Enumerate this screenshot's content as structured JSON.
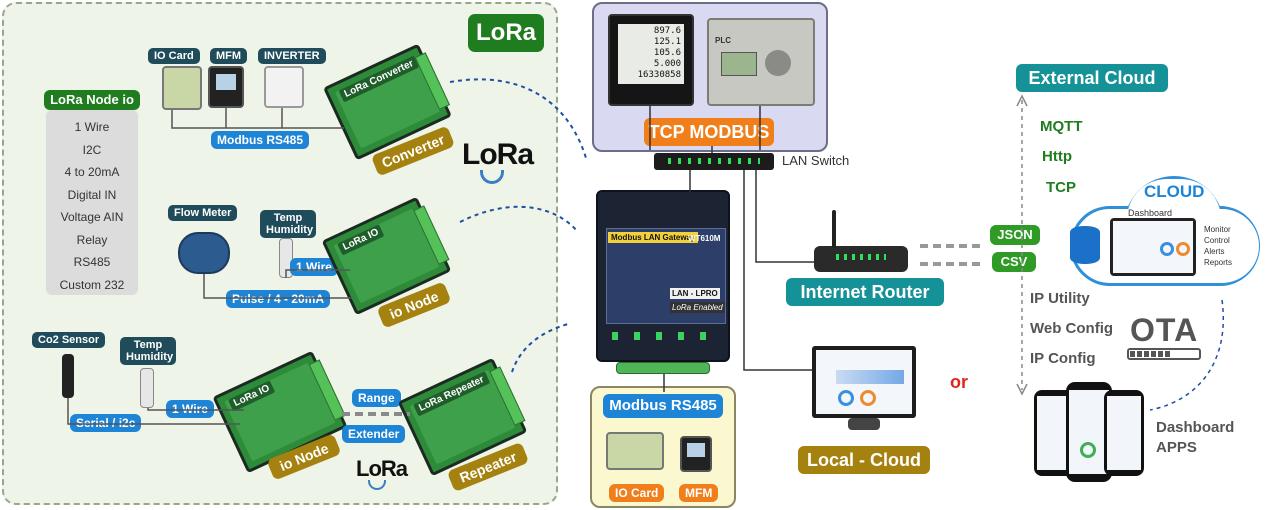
{
  "lora_panel": {
    "title": "LoRa",
    "node_io_title": "LoRa Node io",
    "node_io_items": [
      "1 Wire",
      "I2C",
      "4 to 20mA",
      "Digital IN",
      "Voltage AIN",
      "Relay",
      "RS485",
      "Custom 232"
    ],
    "io_card": "IO Card",
    "mfm": "MFM",
    "inverter": "INVERTER",
    "modbus_rs485": "Modbus RS485",
    "converter": "Converter",
    "lora_logo": "LoRa",
    "flow_meter": "Flow Meter",
    "temp_humidity": "Temp Humidity",
    "one_wire": "1 Wire",
    "pulse": "Pulse / 4 - 20mA",
    "io_node": "io Node",
    "co2_sensor": "Co2 Sensor",
    "serial_i2c": "Serial / i2c",
    "range": "Range",
    "extender": "Extender",
    "repeater": "Repeater",
    "device_lora_converter": "LoRa Converter",
    "device_lora_io": "LoRa IO",
    "device_lora_repeater": "LoRa Repeater"
  },
  "tcp_panel": {
    "title": "TCP MODBUS",
    "meter_readings": [
      "897.6",
      "125.1",
      "105.6",
      "5.000",
      "16330858"
    ],
    "plc_label": "PLC"
  },
  "center": {
    "lan_switch": "LAN Switch",
    "gateway_title": "Modbus LAN Gateway",
    "gateway_model": "WT610M",
    "gateway_badge1": "LAN - LPRO",
    "gateway_badge2": "LoRa Enabled"
  },
  "rs485_panel": {
    "title": "Modbus RS485",
    "io_card": "IO Card",
    "mfm": "MFM"
  },
  "right": {
    "internet_router": "Internet Router",
    "local_cloud": "Local - Cloud",
    "or": "or",
    "external_cloud": "External Cloud",
    "mqtt": "MQTT",
    "http": "Http",
    "tcp": "TCP",
    "json": "JSON",
    "csv": "CSV",
    "cloud": "CLOUD",
    "dashboard": "Dashboard",
    "cloud_features": [
      "Monitor",
      "Control",
      "Alerts",
      "Reports"
    ],
    "ip_utility": "IP Utility",
    "web_config": "Web Config",
    "ip_config": "IP Config",
    "ota": "OTA",
    "dashboard_apps": "Dashboard APPS"
  }
}
